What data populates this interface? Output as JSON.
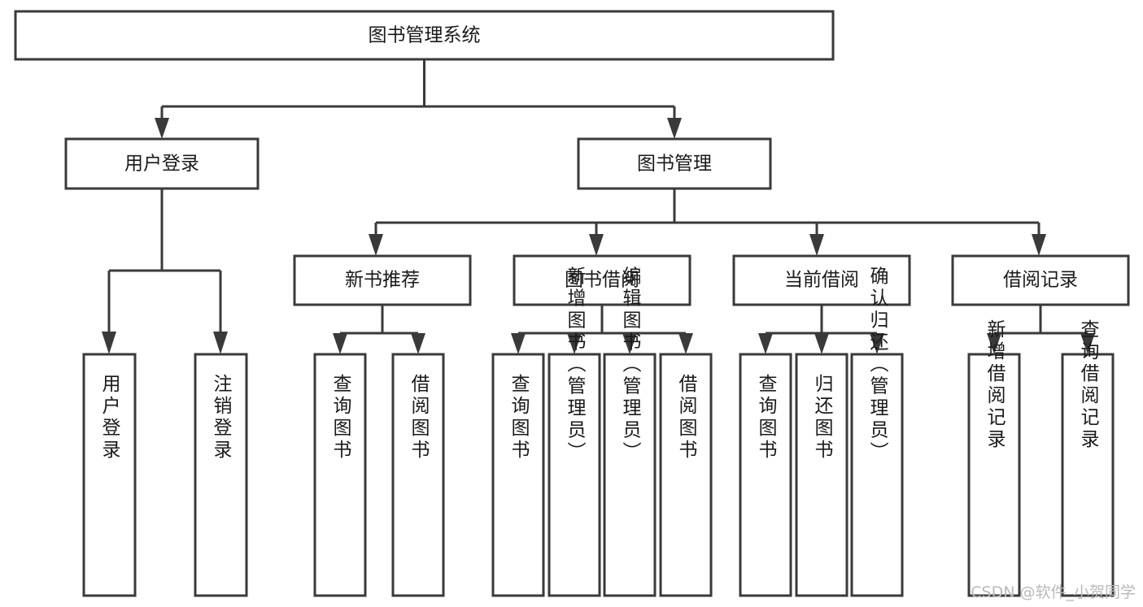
{
  "diagram": {
    "type": "tree",
    "title": "图书管理系统",
    "root": {
      "label": "图书管理系统"
    },
    "level2": [
      {
        "label": "用户登录"
      },
      {
        "label": "图书管理"
      }
    ],
    "level3": [
      {
        "label": "新书推荐"
      },
      {
        "label": "图书借阅"
      },
      {
        "label": "当前借阅"
      },
      {
        "label": "借阅记录"
      }
    ],
    "leaves": {
      "user_login": [
        {
          "label": "用户登录"
        },
        {
          "label": "注销登录"
        }
      ],
      "new_book_recommend": [
        {
          "label": "查询图书"
        },
        {
          "label": "借阅图书"
        }
      ],
      "book_borrow": [
        {
          "label": "查询图书"
        },
        {
          "label": "新增图书（管理员）"
        },
        {
          "label": "编辑图书（管理员）"
        },
        {
          "label": "借阅图书"
        }
      ],
      "current_borrow": [
        {
          "label": "查询图书"
        },
        {
          "label": "归还图书"
        },
        {
          "label": "确认归还（管理员）"
        }
      ],
      "borrow_records": [
        {
          "label": "新增借阅记录"
        },
        {
          "label": "查询借阅记录"
        }
      ]
    }
  },
  "watermark": {
    "text": "CSDN @软件_小贺同学"
  },
  "colors": {
    "background": "#ffffff",
    "box_fill": "#ffffff",
    "box_stroke": "#3a3a3a",
    "connector": "#3a3a3a",
    "label": "#1a1a1a",
    "watermark": "#b9b9b9"
  }
}
